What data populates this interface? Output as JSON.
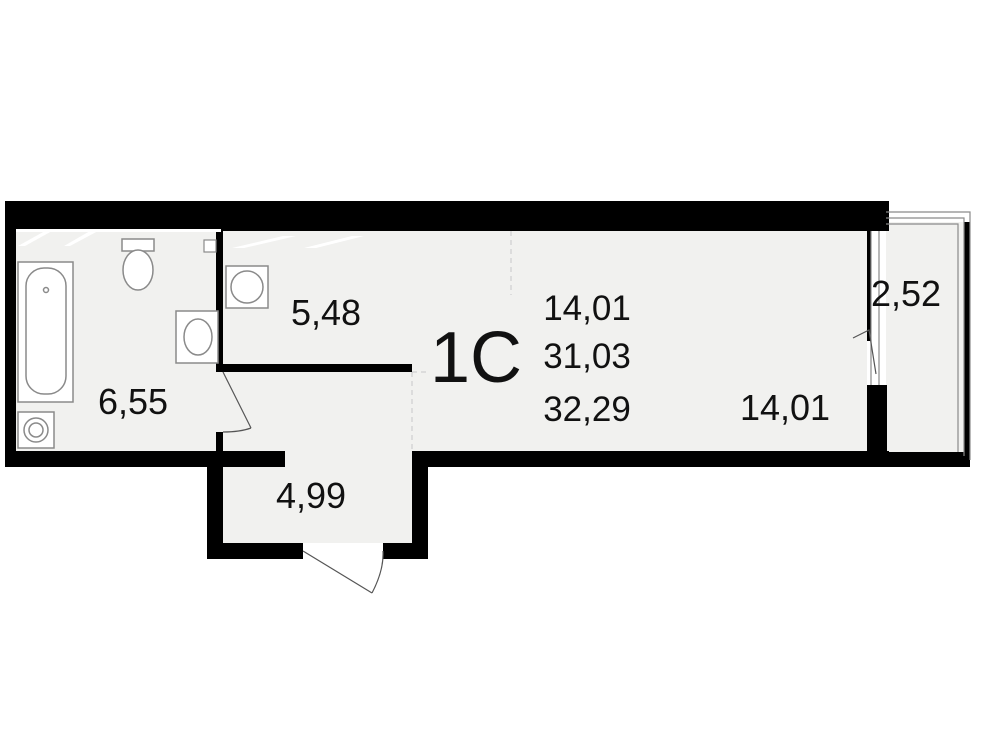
{
  "unit": {
    "type_label": "1C",
    "living_area": "14,01",
    "total_area": "31,03",
    "total_area_with_balcony": "32,29"
  },
  "rooms": {
    "bathroom": {
      "area": "6,55"
    },
    "kitchen": {
      "area": "5,48"
    },
    "hallway": {
      "area": "4,99"
    },
    "living_room": {
      "area": "14,01"
    },
    "balcony": {
      "area": "2,52"
    }
  },
  "colors": {
    "wall": "#000000",
    "floor": "#f1f1ef",
    "fixture_stroke": "#8a8a8a",
    "text": "#111111",
    "background": "#ffffff"
  }
}
